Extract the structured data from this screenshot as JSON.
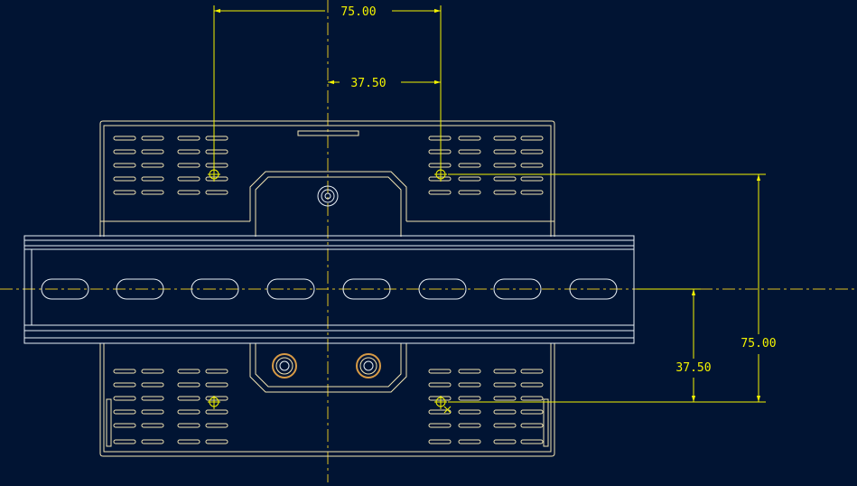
{
  "colors": {
    "background": "#011433",
    "geometry": "#f2e3b0",
    "dimension": "#f2f200",
    "centerline": "#e0c020",
    "rail": "#e8eef4",
    "fastener": "#d79a45"
  },
  "dimensions": {
    "top_width": "75.00",
    "top_half": "37.50",
    "right_height": "75.00",
    "right_half": "37.50"
  }
}
